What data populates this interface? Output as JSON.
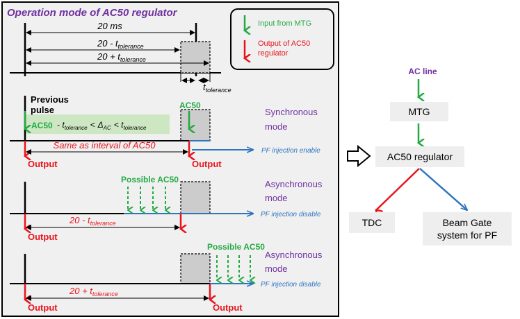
{
  "left_panel": {
    "title": "Operation mode of AC50 regulator",
    "timing": {
      "interval": "20 ms",
      "minus_tol_base": "20 - t",
      "plus_tol_base": "20 + t",
      "tol_subscript": "tolerance",
      "tol_base": "t"
    },
    "legend": {
      "input_label": "Input from MTG",
      "output_label_line1": "Output of AC50",
      "output_label_line2": "regulator",
      "input_color": "#22aa44",
      "output_color": "#e8141c"
    },
    "sync": {
      "previous_pulse_line1": "Previous",
      "previous_pulse_line2": "pulse",
      "ac50_label": "AC50",
      "cond_prefix": "AC50",
      "cond_minus": "- t",
      "cond_sub": "tolerance",
      "cond_lt": "<",
      "cond_delta": "Δ",
      "cond_delta_sub": "AC",
      "cond_lt2": "< t",
      "cond_sub2": "tolerance",
      "interval_text": "Same as interval of AC50",
      "output_left": "Output",
      "output_right": "Output",
      "pf_text": "PF injection enable",
      "mode_line1": "Synchronous",
      "mode_line2": "mode"
    },
    "async1": {
      "possible_label": "Possible AC50",
      "interval_base": "20 - t",
      "interval_sub": "tolerance",
      "output_left": "Output",
      "pf_text": "PF injection disable",
      "mode_line1": "Asynchronous",
      "mode_line2": "mode"
    },
    "async2": {
      "possible_label": "Possible AC50",
      "interval_base": "20 + t",
      "interval_sub": "tolerance",
      "output_left": "Output",
      "output_right": "Output",
      "pf_text": "PF injection disable",
      "mode_line1": "Asynchronous",
      "mode_line2": "mode"
    }
  },
  "flow": {
    "ac_line": "AC line",
    "mtg": "MTG",
    "regulator": "AC50 regulator",
    "tdc": "TDC",
    "beam_gate_line1": "Beam Gate",
    "beam_gate_line2": "system for PF"
  },
  "colors": {
    "purple": "#7030a0",
    "green": "#22aa44",
    "red": "#e8141c",
    "blue": "#2e75c0",
    "panel_bg": "#f0f0f0",
    "box_bg": "#eeeeee"
  }
}
